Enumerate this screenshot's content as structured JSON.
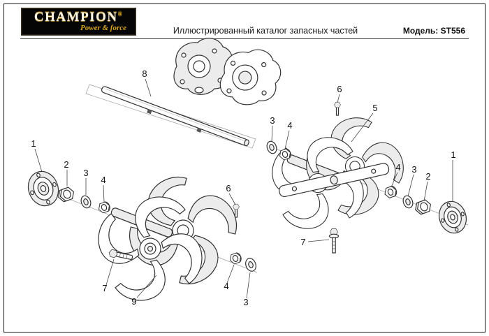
{
  "header": {
    "brand": "CHAMPION",
    "brand_reg": "®",
    "tagline": "Power & force",
    "title": "Иллюстрированный каталог запасных частей",
    "model_label": "Модель: ST556"
  },
  "diagram": {
    "callouts": [
      {
        "label": "1"
      },
      {
        "label": "2"
      },
      {
        "label": "3"
      },
      {
        "label": "4"
      },
      {
        "label": "8"
      },
      {
        "label": "6"
      },
      {
        "label": "3"
      },
      {
        "label": "4"
      },
      {
        "label": "6"
      },
      {
        "label": "5"
      },
      {
        "label": "4"
      },
      {
        "label": "3"
      },
      {
        "label": "2"
      },
      {
        "label": "1"
      },
      {
        "label": "7"
      },
      {
        "label": "7"
      },
      {
        "label": "9"
      },
      {
        "label": "4"
      },
      {
        "label": "3"
      }
    ]
  }
}
